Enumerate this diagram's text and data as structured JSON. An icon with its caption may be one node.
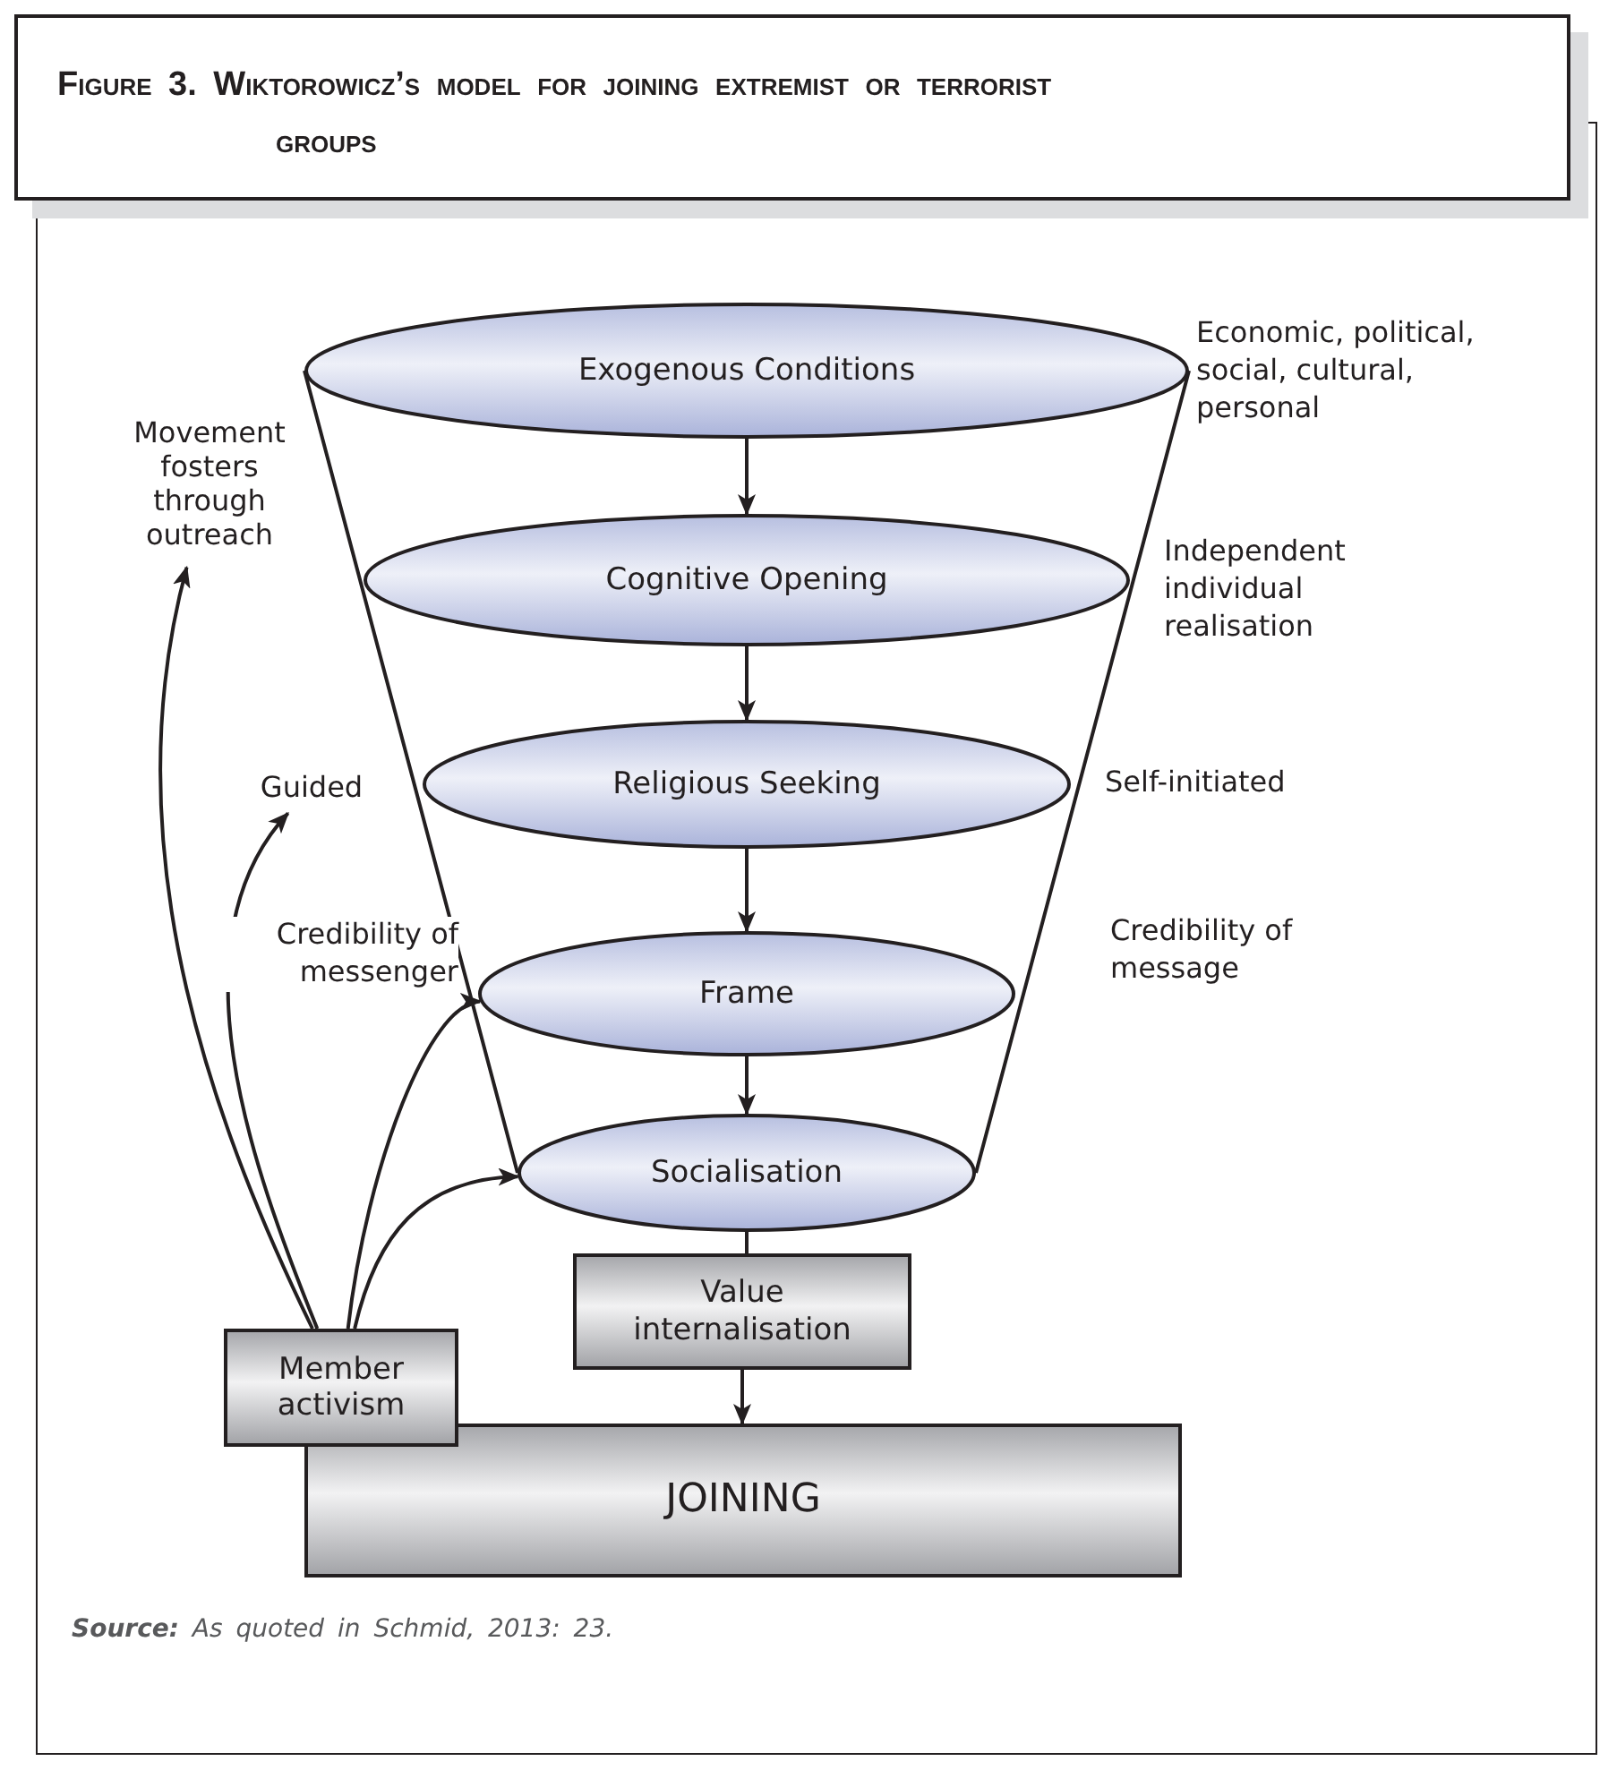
{
  "diagram": {
    "title": "Figure 3. Wiktorowicz’s model for joining extremist or terrorist groups",
    "caption": "**Source:** As quoted in Schmid, 2013: 23.",
    "nodes": [
      {
        "text": [
          "Exogenous Conditions"
        ],
        "beside": [
          "Economic, political, social, cultural, personal"
        ]
      },
      {
        "text": [
          "Cognitive Opening"
        ],
        "beside": [
          "Independent individual realisation"
        ]
      },
      {
        "text": [
          "Religious Seeking"
        ],
        "beside": [
          "Self-initiated"
        ]
      },
      {
        "text": [
          "Frame"
        ],
        "beside": [
          "Credibility of message"
        ]
      },
      {
        "text": [
          "Socialisation"
        ]
      },
      {
        "text": [
          "Value internalisation"
        ]
      },
      {
        "text": [
          "Member activism"
        ]
      },
      {
        "text": [
          "JOINING"
        ]
      },
      {
        "text": [
          "Movement fosters through outreach"
        ]
      },
      {
        "text": [
          "Guided"
        ]
      }
    ],
    "edges": [
      {
        "from": 0,
        "to": 1,
        "arrow": "to"
      },
      {
        "from": 1,
        "to": 2,
        "arrow": "to"
      },
      {
        "from": 2,
        "to": 3,
        "arrow": "to"
      },
      {
        "from": 3,
        "to": 4,
        "arrow": "to"
      },
      {
        "from": 4,
        "to": 5,
        "arrow": "none"
      },
      {
        "from": 5,
        "to": 7,
        "arrow": "to"
      },
      {
        "from": 6,
        "to": 8,
        "arrow": "to"
      },
      {
        "from": 6,
        "to": 9,
        "arrow": "to"
      },
      {
        "from": 6,
        "to": 3,
        "label": "Credibility of messenger",
        "arrow": "to"
      },
      {
        "from": 6,
        "to": 4,
        "arrow": "to"
      }
    ]
  }
}
